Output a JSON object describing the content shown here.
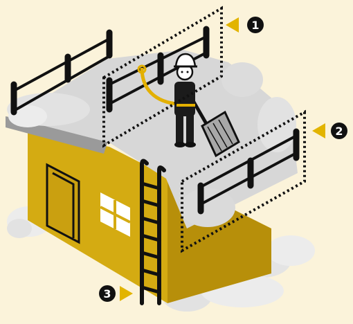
{
  "colors": {
    "background": "#fbf3da",
    "wall_front": "#d4ab12",
    "wall_side": "#b78f0a",
    "roof_snow": "#d7d7d7",
    "snow_light": "#ececec",
    "rail": "#111111",
    "pointer": "#e2b400",
    "harness": "#e3b000"
  },
  "callouts": [
    {
      "number": "1",
      "subject": "rooftop-guardrail"
    },
    {
      "number": "2",
      "subject": "eave-guardrail"
    },
    {
      "number": "3",
      "subject": "ladder"
    }
  ]
}
